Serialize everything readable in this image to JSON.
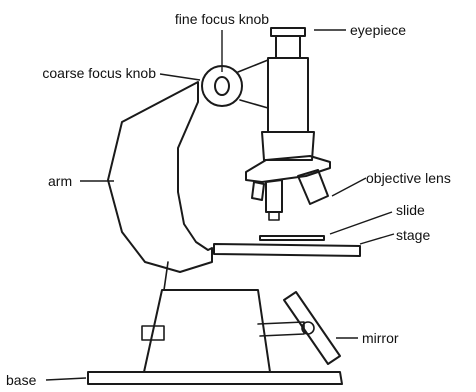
{
  "labels": {
    "fine_focus_knob": "fine focus knob",
    "coarse_focus_knob": "coarse focus knob",
    "eyepiece": "eyepiece",
    "arm": "arm",
    "objective_lens": "objective lens",
    "slide": "slide",
    "stage": "stage",
    "mirror": "mirror",
    "base": "base"
  },
  "colors": {
    "line": "#1a1a1a",
    "text": "#111111",
    "background": "#ffffff"
  }
}
